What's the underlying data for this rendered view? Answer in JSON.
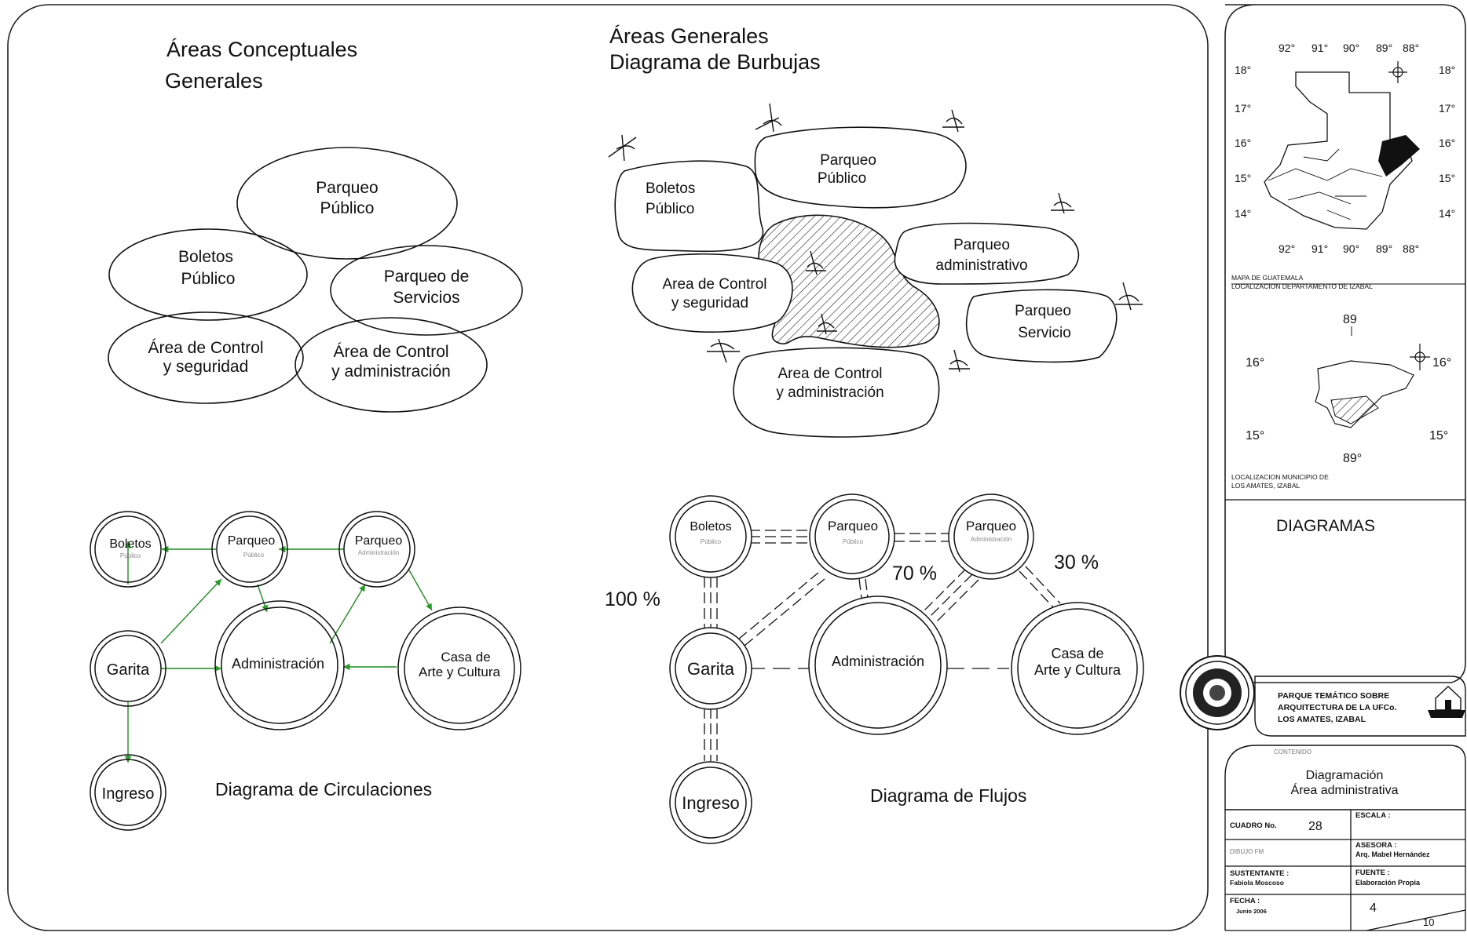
{
  "conceptual": {
    "title_line1": "Áreas Conceptuales",
    "title_line2": "Generales",
    "parqueo_publico": [
      "Parqueo",
      "Público"
    ],
    "boletos_publico": [
      "Boletos",
      "Público"
    ],
    "parqueo_servicios": [
      "Parqueo de",
      "Servicios"
    ],
    "control_seguridad": [
      "Área de Control",
      "y seguridad"
    ],
    "control_administracion": [
      "Área de Control",
      "y administración"
    ]
  },
  "bubbles": {
    "title_line1": "Áreas Generales",
    "title_line2": "Diagrama de Burbujas",
    "boletos_publico": [
      "Boletos",
      "Público"
    ],
    "parqueo_publico": [
      "Parqueo",
      "Público"
    ],
    "parqueo_administrativo": [
      "Parqueo",
      "administrativo"
    ],
    "control_seguridad": [
      "Area de Control",
      "y seguridad"
    ],
    "parqueo_servicio": [
      "Parqueo",
      "Servicio"
    ],
    "control_administracion": [
      "Area de Control",
      "y administración"
    ]
  },
  "circulation": {
    "caption": "Diagrama de Circulaciones",
    "boletos": "Boletos",
    "boletos_sub": "Público",
    "parqueo_publico": "Parqueo",
    "parqueo_publico_sub": "Público",
    "parqueo_admin": "Parqueo",
    "parqueo_admin_sub": "Administración",
    "garita": "Garita",
    "administracion": "Administración",
    "casa_line1": "Casa de",
    "casa_line2": "Arte y Cultura",
    "ingreso": "Ingreso"
  },
  "flows": {
    "caption": "Diagrama de Flujos",
    "boletos": "Boletos",
    "boletos_sub": "Público",
    "parqueo_publico": "Parqueo",
    "parqueo_publico_sub": "Público",
    "parqueo_admin": "Parqueo",
    "parqueo_admin_sub": "Administración",
    "garita": "Garita",
    "administracion": "Administración",
    "casa_line1": "Casa de",
    "casa_line2": "Arte y Cultura",
    "ingreso": "Ingreso",
    "pct_100": "100 %",
    "pct_70": "70 %",
    "pct_30": "30 %"
  },
  "title_block": {
    "map1_lat": [
      "18°",
      "17°",
      "16°",
      "15°",
      "14°"
    ],
    "map1_lon": [
      "92°",
      "91°",
      "90°",
      "89°",
      "88°"
    ],
    "map1_caption_line1": "MAPA DE GUATEMALA",
    "map1_caption_line2": "LOCALIZACION DEPARTAMENTO DE IZABAL",
    "map2_top": "89",
    "map2_bottom": "89°",
    "map2_16": "16°",
    "map2_15": "15°",
    "map2_caption_line1": "LOCALIZACION MUNICIPIO DE",
    "map2_caption_line2": "LOS AMATES, IZABAL",
    "diagramas": "DIAGRAMAS",
    "project_line1": "PARQUE TEMÁTICO SOBRE",
    "project_line2": "ARQUITECTURA DE LA UFCo.",
    "project_line3": "LOS AMATES, IZABAL",
    "contenido_label": "CONTENIDO",
    "contenido_line1": "Diagramación",
    "contenido_line2": "Área administrativa",
    "cuadro_label": "CUADRO No.",
    "cuadro_value": "28",
    "escala_label": "ESCALA :",
    "dibujo_label": "DIBUJO FM",
    "asesora_label": "ASESORA :",
    "asesora_value": "Arq. Mabel Hernández",
    "sustentante_label": "SUSTENTANTE :",
    "sustentante_value": "Fabiola Moscoso",
    "fuente_label": "FUENTE :",
    "fuente_value": "Elaboración Propia",
    "fecha_label": "FECHA :",
    "fecha_value": "Junio 2006",
    "sheet_number": "4",
    "sheet_total": "10"
  }
}
